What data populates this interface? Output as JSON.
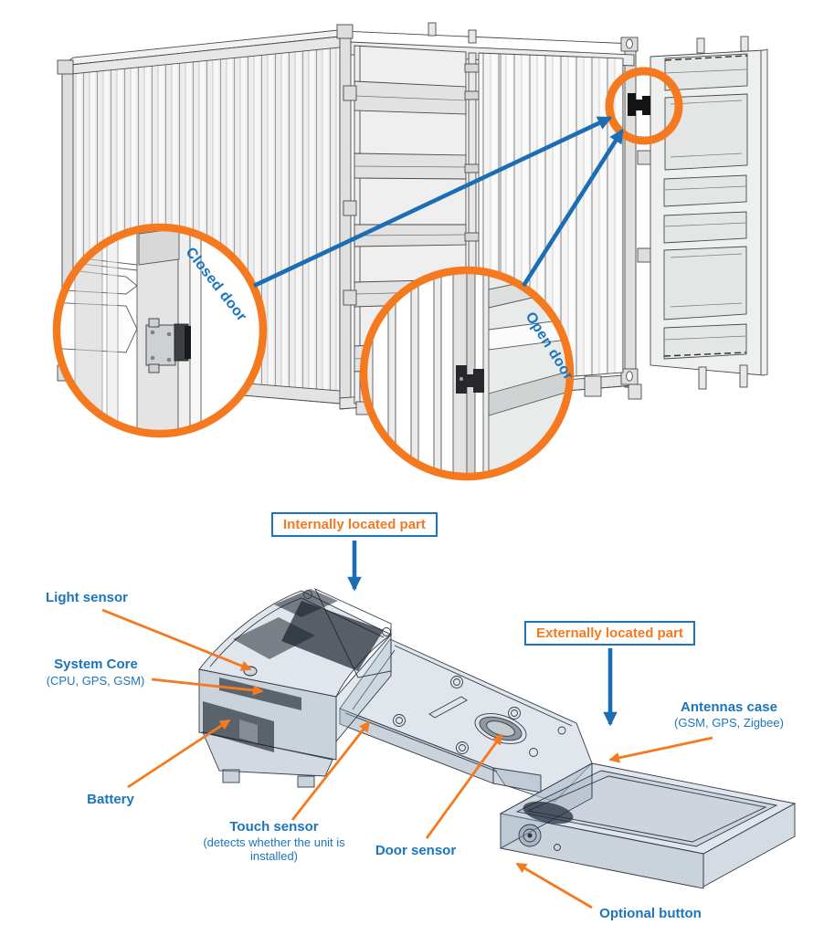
{
  "colors": {
    "label_blue": "#1b75bc",
    "arrow_blue": "#1c6db3",
    "accent_orange": "#f4791f"
  },
  "container_figure": {
    "closed_door_label": "Closed door",
    "open_door_label": "Open door"
  },
  "device_figure": {
    "internal_callout": "Internally located part",
    "external_callout": "Externally located part",
    "light_sensor": {
      "title": "Light sensor"
    },
    "system_core": {
      "title": "System Core",
      "subtitle": "(CPU, GPS, GSM)"
    },
    "battery": {
      "title": "Battery"
    },
    "touch_sensor": {
      "title": "Touch sensor",
      "subtitle": "(detects whether the unit is installed)"
    },
    "door_sensor": {
      "title": "Door sensor"
    },
    "antennas_case": {
      "title": "Antennas case",
      "subtitle": "(GSM, GPS, Zigbee)"
    },
    "optional_button": {
      "title": "Optional button"
    }
  }
}
